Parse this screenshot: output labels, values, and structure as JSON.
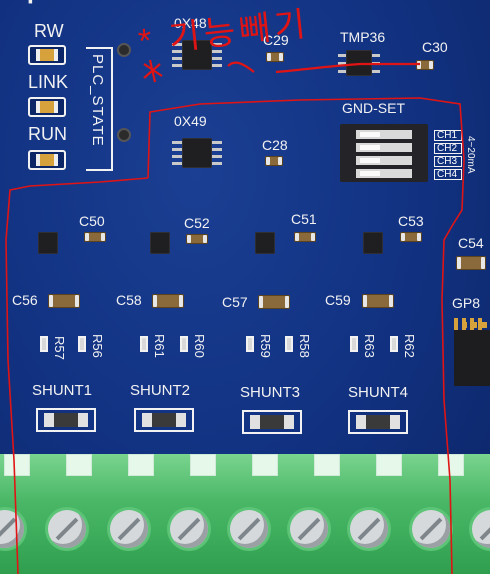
{
  "labels": {
    "rw": "RW",
    "link": "LINK",
    "run": "RUN",
    "plc_state": "PLC_STATE",
    "u_0x48": "0X48",
    "u_0x49": "0X49",
    "c29": "C29",
    "c28": "C28",
    "tmp36": "TMP36",
    "c30": "C30",
    "gnd_set": "GND-SET",
    "ch1": "CH1",
    "ch2": "CH2",
    "ch3": "CH3",
    "ch4": "CH4",
    "range": "4~20mA",
    "c50": "C50",
    "c52": "C52",
    "c51": "C51",
    "c53": "C53",
    "c54": "C54",
    "c56": "C56",
    "c58": "C58",
    "c57": "C57",
    "c59": "C59",
    "gp8": "GP8",
    "r57": "R57",
    "r56": "R56",
    "r61": "R61",
    "r60": "R60",
    "r59": "R59",
    "r58": "R58",
    "r63": "R63",
    "r62": "R62",
    "shunt1": "SHUNT1",
    "shunt2": "SHUNT2",
    "shunt3": "SHUNT3",
    "shunt4": "SHUNT4",
    "handwriting": "* 기능빼기"
  },
  "colors": {
    "pcb": "#113180",
    "silkscreen": "#f2f2f2",
    "annotation": "#e01414",
    "terminal": "#49b766"
  }
}
